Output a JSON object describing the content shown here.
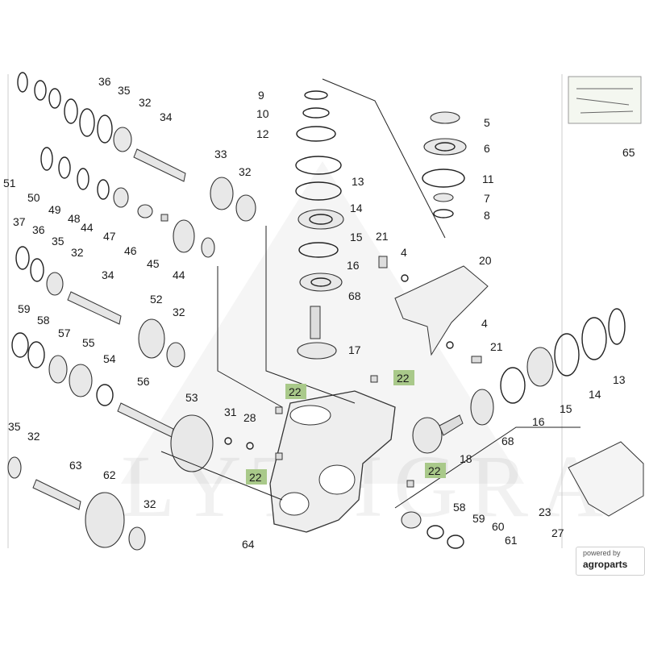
{
  "diagram": {
    "watermark": "LYTHGRA",
    "badge": {
      "powered_by": "powered by",
      "brand": "agroparts"
    },
    "colors": {
      "highlight": "#a9c98a",
      "line": "#222222",
      "background": "#ffffff"
    },
    "labels": [
      {
        "id": "9",
        "text": "9"
      },
      {
        "id": "10",
        "text": "10"
      },
      {
        "id": "12",
        "text": "12"
      },
      {
        "id": "13a",
        "text": "13"
      },
      {
        "id": "14a",
        "text": "14"
      },
      {
        "id": "15a",
        "text": "15"
      },
      {
        "id": "16a",
        "text": "16"
      },
      {
        "id": "68a",
        "text": "68"
      },
      {
        "id": "17",
        "text": "17"
      },
      {
        "id": "5",
        "text": "5"
      },
      {
        "id": "6",
        "text": "6"
      },
      {
        "id": "11",
        "text": "11"
      },
      {
        "id": "7",
        "text": "7"
      },
      {
        "id": "8",
        "text": "8"
      },
      {
        "id": "20",
        "text": "20"
      },
      {
        "id": "21a",
        "text": "21"
      },
      {
        "id": "4a",
        "text": "4"
      },
      {
        "id": "4b",
        "text": "4"
      },
      {
        "id": "21b",
        "text": "21"
      },
      {
        "id": "65",
        "text": "65"
      },
      {
        "id": "36a",
        "text": "36"
      },
      {
        "id": "35a",
        "text": "35"
      },
      {
        "id": "32a",
        "text": "32"
      },
      {
        "id": "34a",
        "text": "34"
      },
      {
        "id": "51",
        "text": "51"
      },
      {
        "id": "50",
        "text": "50"
      },
      {
        "id": "49",
        "text": "49"
      },
      {
        "id": "48",
        "text": "48"
      },
      {
        "id": "44a",
        "text": "44"
      },
      {
        "id": "47",
        "text": "47"
      },
      {
        "id": "46",
        "text": "46"
      },
      {
        "id": "33",
        "text": "33"
      },
      {
        "id": "32b",
        "text": "32"
      },
      {
        "id": "37",
        "text": "37"
      },
      {
        "id": "36b",
        "text": "36"
      },
      {
        "id": "35b",
        "text": "35"
      },
      {
        "id": "32c",
        "text": "32"
      },
      {
        "id": "45",
        "text": "45"
      },
      {
        "id": "44b",
        "text": "44"
      },
      {
        "id": "34b",
        "text": "34"
      },
      {
        "id": "52",
        "text": "52"
      },
      {
        "id": "32d",
        "text": "32"
      },
      {
        "id": "59a",
        "text": "59"
      },
      {
        "id": "58a",
        "text": "58"
      },
      {
        "id": "57",
        "text": "57"
      },
      {
        "id": "55",
        "text": "55"
      },
      {
        "id": "54",
        "text": "54"
      },
      {
        "id": "56",
        "text": "56"
      },
      {
        "id": "53",
        "text": "53"
      },
      {
        "id": "31",
        "text": "31"
      },
      {
        "id": "28",
        "text": "28"
      },
      {
        "id": "35c",
        "text": "35"
      },
      {
        "id": "32e",
        "text": "32"
      },
      {
        "id": "63",
        "text": "63"
      },
      {
        "id": "62",
        "text": "62"
      },
      {
        "id": "32f",
        "text": "32"
      },
      {
        "id": "64",
        "text": "64"
      },
      {
        "id": "18",
        "text": "18"
      },
      {
        "id": "68b",
        "text": "68"
      },
      {
        "id": "16b",
        "text": "16"
      },
      {
        "id": "15b",
        "text": "15"
      },
      {
        "id": "14b",
        "text": "14"
      },
      {
        "id": "13b",
        "text": "13"
      },
      {
        "id": "23",
        "text": "23"
      },
      {
        "id": "27",
        "text": "27"
      },
      {
        "id": "58b",
        "text": "58"
      },
      {
        "id": "59b",
        "text": "59"
      },
      {
        "id": "60",
        "text": "60"
      },
      {
        "id": "61",
        "text": "61"
      }
    ],
    "highlighted": [
      {
        "id": "22a",
        "text": "22"
      },
      {
        "id": "22b",
        "text": "22"
      },
      {
        "id": "22c",
        "text": "22"
      },
      {
        "id": "22d",
        "text": "22"
      }
    ]
  }
}
